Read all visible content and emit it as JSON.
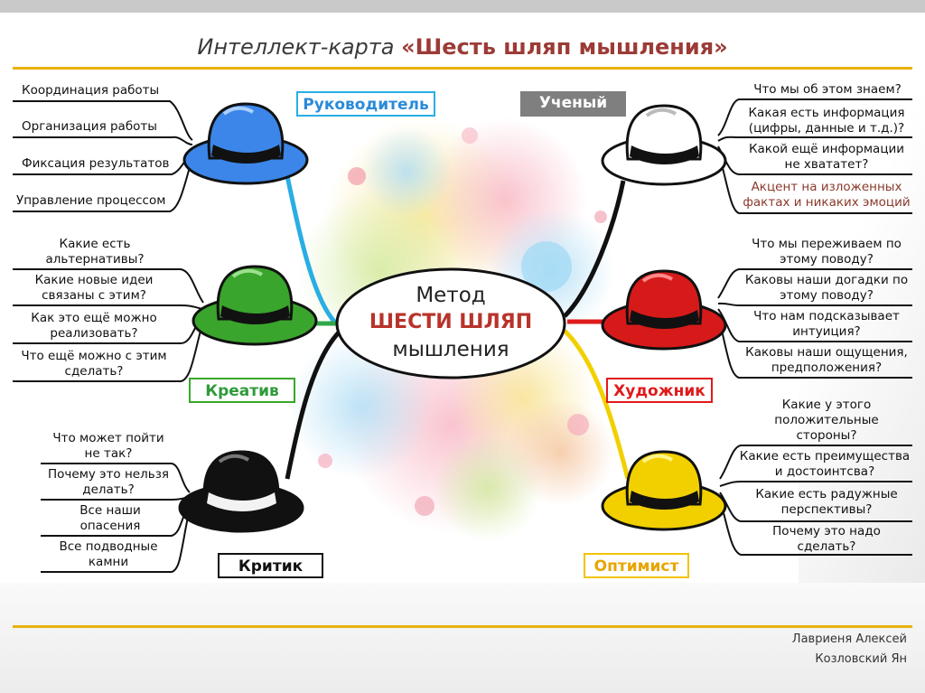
{
  "title": {
    "prefix": "Интеллект-карта",
    "emphasis": "«Шесть шляп мышления»"
  },
  "center": {
    "line1": "Метод",
    "line2": "ШЕСТИ ШЛЯП",
    "line3": "мышления"
  },
  "hats": {
    "blue": {
      "label": "Руководитель",
      "color": "#3b86e8",
      "items": [
        "Координация работы",
        "Организация работы",
        "Фиксация результатов",
        "Управление процессом"
      ]
    },
    "green": {
      "label": "Креатив",
      "color": "#3aa52c",
      "items": [
        "Какие есть альтернативы?",
        "Какие новые идеи связаны с этим?",
        "Как это ещё можно реализовать?",
        "Что ещё можно с этим сделать?"
      ]
    },
    "black": {
      "label": "Критик",
      "color": "#111111",
      "items": [
        "Что может пойти не так?",
        "Почему это нельзя делать?",
        "Все наши опасения",
        "Все подводные камни"
      ]
    },
    "white": {
      "label": "Ученый",
      "color": "#7f7f7f",
      "items": [
        "Что мы об этом знаем?",
        "Какая есть информация (цифры, данные и т.д.)?",
        "Какой ещё информации не хвататет?",
        "Акцент на изложенных фактах и никаких эмоций"
      ]
    },
    "red": {
      "label": "Художник",
      "color": "#d61a1a",
      "items": [
        "Что мы переживаем по этому поводу?",
        "Каковы наши догадки по этому поводу?",
        "Что нам подсказывает интуиция?",
        "Каковы наши ощущения, предположения?"
      ]
    },
    "yellow": {
      "label": "Оптимист",
      "color": "#f2d000",
      "items": [
        "Какие у этого положительные стороны?",
        "Какие есть преимущества и достоинтсва?",
        "Какие есть радужные перспективы?",
        "Почему это надо сделать?"
      ]
    }
  },
  "authors": [
    "Лавриеня Алексей",
    "Козловский Ян"
  ],
  "colors": {
    "accent_gold": "#e8b20e",
    "title_red": "#9c3b36",
    "center_red": "#b8332b",
    "white_note": "#8b3a2c"
  }
}
